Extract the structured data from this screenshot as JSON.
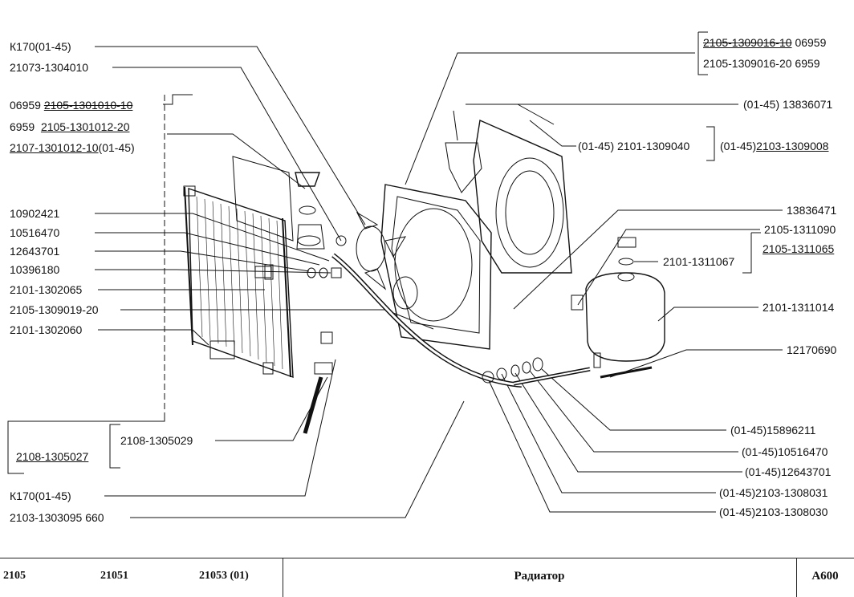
{
  "labels_left": {
    "k170_top": "К170(01-45)",
    "p21073_1304010": "21073-1304010",
    "p06959": "06959",
    "p2105_1301010_10": "2105-1301010-10",
    "p6959": "6959",
    "p2105_1301012_20": "2105-1301012-20",
    "p2107_1301012_10": "2107-1301012-10",
    "p2107_suffix": "(01-45)",
    "p10902421": "10902421",
    "p10516470": "10516470",
    "p12643701": "12643701",
    "p10396180": "10396180",
    "p2101_1302065": "2101-1302065",
    "p2105_1309019_20": "2105-1309019-20",
    "p2101_1302060": "2101-1302060",
    "p2108_1305029": "2108-1305029",
    "p2108_1305027": "2108-1305027",
    "k170_bottom": "К170(01-45)",
    "p2103_1303095": "2103-1303095  660"
  },
  "labels_right": {
    "p2105_1309016_10": "2105-1309016-10",
    "p2105_1309016_10_code": "06959",
    "p2105_1309016_20": "2105-1309016-20   6959",
    "p13836071": "(01-45) 13836071",
    "p2101_1309040": "(01-45) 2101-1309040",
    "p2103_1309008_prefix": "(01-45)",
    "p2103_1309008": "2103-1309008",
    "p13836471": "13836471",
    "p2105_1311090": "2105-1311090",
    "p2105_1311065": "2105-1311065",
    "p2101_1311067": "2101-1311067",
    "p2101_1311014": "2101-1311014",
    "p12170690": "12170690",
    "p15896211": "(01-45)15896211",
    "p10516470b": "(01-45)10516470",
    "p12643701b": "(01-45)12643701",
    "p2103_1308031": "(01-45)2103-1308031",
    "p2103_1308030": "(01-45)2103-1308030"
  },
  "footer": {
    "model1": "2105",
    "model2": "21051",
    "model3": "21053 (01)",
    "title": "Радиатор",
    "code": "A600"
  }
}
